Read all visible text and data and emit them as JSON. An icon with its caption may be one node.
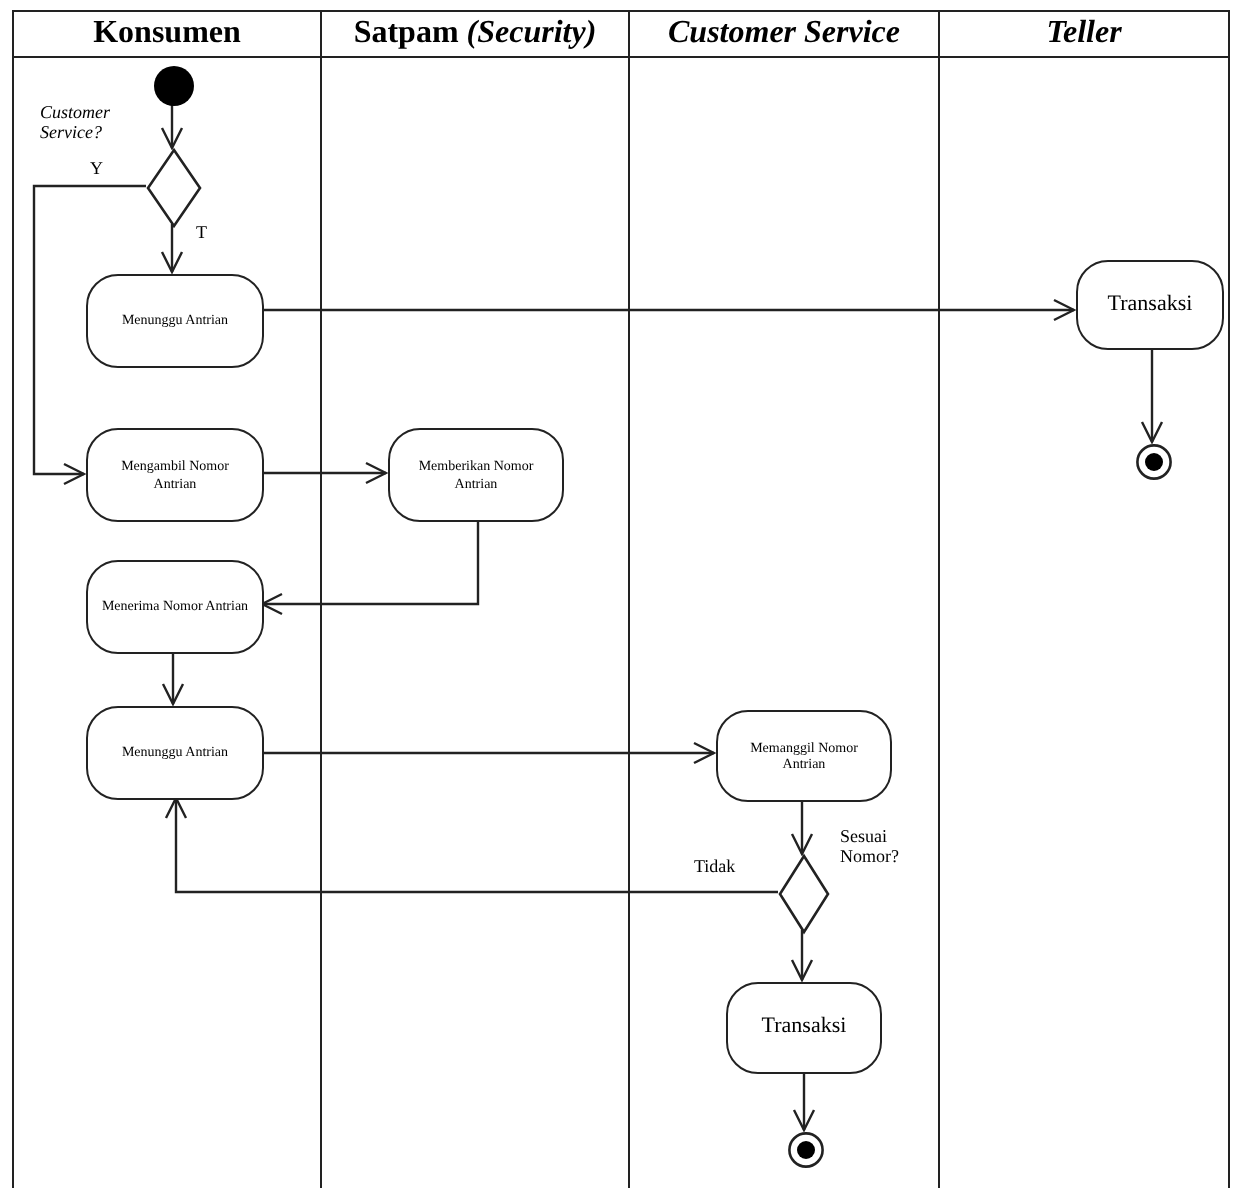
{
  "diagram": {
    "nodes": [
      {
        "text": [
          "Konsumen"
        ]
      },
      {
        "text": [
          "Satpam *(Security)*"
        ]
      },
      {
        "text": [
          "Customer Service"
        ]
      },
      {
        "text": [
          "Teller"
        ]
      },
      {
        "text": [],
        "shape": "circle",
        "in": 0
      },
      {
        "text": [],
        "shape": "diamond",
        "in": 0,
        "beside": [
          "Customer Service?"
        ]
      },
      {
        "text": [
          "Menunggu Antrian"
        ],
        "in": 0
      },
      {
        "text": [
          "Mengambil Nomor Antrian"
        ],
        "in": 0
      },
      {
        "text": [
          "Memberikan Nomor Antrian"
        ],
        "in": 1
      },
      {
        "text": [
          "Menerima Nomor Antrian"
        ],
        "in": 0
      },
      {
        "text": [
          "Menunggu Antrian"
        ],
        "in": 0
      },
      {
        "text": [
          "Memanggil Nomor Antrian"
        ],
        "in": 2
      },
      {
        "text": [],
        "shape": "diamond",
        "in": 2,
        "beside": [
          "Sesuai Nomor?"
        ]
      },
      {
        "text": [
          "Transaksi"
        ],
        "in": 2
      },
      {
        "text": [],
        "shape": "circle",
        "in": 2
      },
      {
        "text": [
          "Transaksi"
        ],
        "in": 3
      },
      {
        "text": [],
        "shape": "circle",
        "in": 3
      }
    ],
    "edges": [
      {
        "from": 4,
        "to": 5,
        "arrow": "to"
      },
      {
        "from": 5,
        "to": 6,
        "arrow": "to",
        "label": "T"
      },
      {
        "from": 5,
        "to": 7,
        "arrow": "to",
        "label": "Y"
      },
      {
        "from": 6,
        "to": 15,
        "arrow": "to"
      },
      {
        "from": 7,
        "to": 8,
        "arrow": "to"
      },
      {
        "from": 8,
        "to": 9,
        "arrow": "to"
      },
      {
        "from": 9,
        "to": 10,
        "arrow": "to"
      },
      {
        "from": 10,
        "to": 11,
        "arrow": "to"
      },
      {
        "from": 11,
        "to": 12,
        "arrow": "to"
      },
      {
        "from": 12,
        "to": 10,
        "arrow": "to",
        "label": "Tidak"
      },
      {
        "from": 12,
        "to": 13,
        "arrow": "to"
      },
      {
        "from": 13,
        "to": 14,
        "arrow": "to"
      },
      {
        "from": 15,
        "to": 16,
        "arrow": "to"
      }
    ]
  }
}
